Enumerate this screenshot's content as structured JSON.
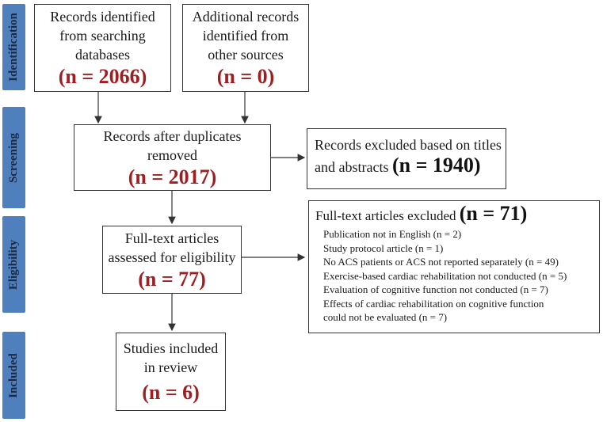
{
  "phases": {
    "identification": "Identification",
    "screening": "Screening",
    "eligibility": "Eligibility",
    "included": "Included"
  },
  "identification": {
    "databases": {
      "text_line1": "Records identified",
      "text_line2": "from searching",
      "text_line3": "databases",
      "count": "(n = 2066)"
    },
    "other": {
      "text_line1": "Additional records",
      "text_line2": "identified from",
      "text_line3": "other sources",
      "count": "(n = 0)"
    }
  },
  "screening": {
    "after_duplicates": {
      "text_line1": "Records after duplicates",
      "text_line2": "removed",
      "count": "(n = 2017)"
    },
    "excluded": {
      "text_line1": "Records excluded based on titles",
      "text_line2": "and abstracts",
      "count": "(n = 1940)"
    }
  },
  "eligibility": {
    "assessed": {
      "text_line1": "Full-text articles",
      "text_line2": "assessed for eligibility",
      "count": "(n = 77)"
    },
    "excluded": {
      "title": "Full-text articles excluded",
      "count": "(n = 71)",
      "reasons": [
        "Publication not in English (n = 2)",
        "Study protocol article (n = 1)",
        "No ACS patients or ACS not reported separately (n = 49)",
        "Exercise-based cardiac rehabilitation not conducted (n = 5)",
        "Evaluation  of cognitive function not conducted (n = 7)",
        "Effects of cardiac rehabilitation on cognitive function",
        "could not be evaluated  (n = 7)"
      ]
    }
  },
  "included": {
    "studies": {
      "text_line1": "Studies included",
      "text_line2": "in review",
      "count": "(n = 6)"
    }
  },
  "colors": {
    "phase_bar": "#4f7fbd",
    "count_red": "#a01e22",
    "border": "#333333"
  }
}
